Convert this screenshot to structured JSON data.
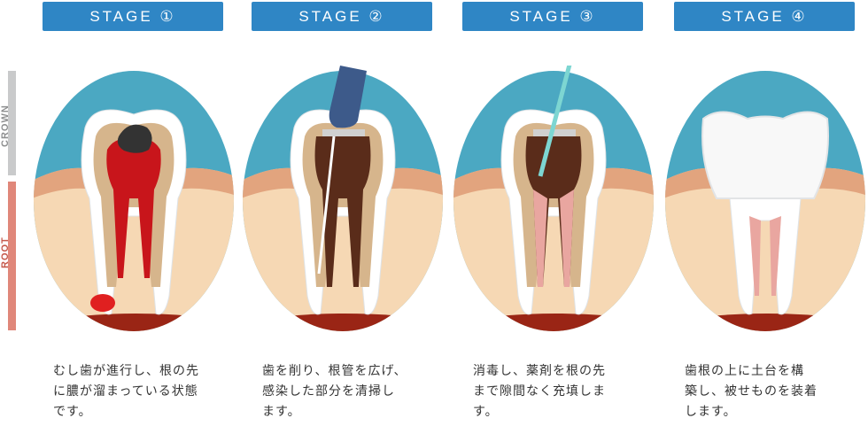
{
  "side_labels": {
    "crown": "CROWN",
    "root": "ROOT"
  },
  "colors": {
    "header": "#2f86c5",
    "bg_blue": "#4ba8c2",
    "bone": "#f6d8b4",
    "gum": "#e2a47e",
    "enamel": "#ffffff",
    "dentin": "#d6b58c",
    "pulp_infected": "#c8151b",
    "pulp_cleaned": "#5a2c1a",
    "filling": "#e9a6a0",
    "tool_blue": "#3d5a8a",
    "syringe": "#7dd6d2"
  },
  "stages": [
    {
      "title": "STAGE ①",
      "desc_lines": [
        "むし歯が進行し、根の先",
        "に膿が溜まっている状態",
        "です。"
      ]
    },
    {
      "title": "STAGE ②",
      "desc_lines": [
        "歯を削り、根管を広げ、",
        "感染した部分を清掃し",
        "ます。"
      ]
    },
    {
      "title": "STAGE ③",
      "desc_lines": [
        "消毒し、薬剤を根の先",
        "まで隙間なく充填しま",
        "す。"
      ]
    },
    {
      "title": "STAGE ④",
      "desc_lines": [
        "歯根の上に土台を構",
        "築し、被せものを装着",
        "します。"
      ]
    }
  ]
}
